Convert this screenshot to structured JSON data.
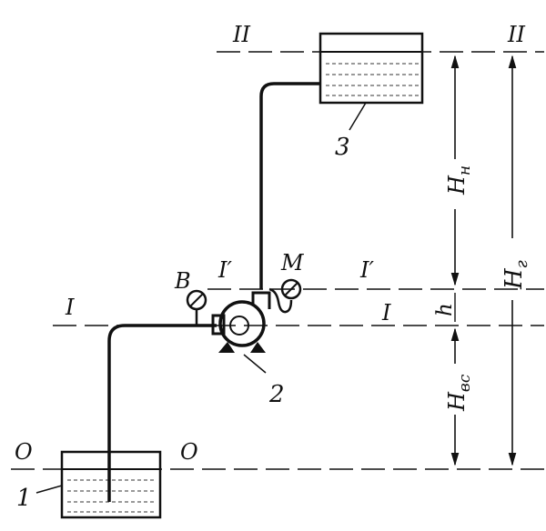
{
  "levels": {
    "level_0_left": "O",
    "level_0_right": "O",
    "level_1_left": "I",
    "level_1_right": "I",
    "level_1p_left": "I′",
    "level_1p_right": "I′",
    "level_2_left": "II",
    "level_2_right": "II"
  },
  "components": {
    "tank_lower_label": "1",
    "pump_label": "2",
    "tank_upper_label": "3",
    "vacuum_gauge_label": "B",
    "pressure_gauge_label": "M"
  },
  "dimensions": {
    "h_n_main": "H",
    "h_n_sub": "н",
    "h_small": "h",
    "h_vs_main": "H",
    "h_vs_sub": "вс",
    "h_g_main": "H",
    "h_g_sub": "г"
  }
}
